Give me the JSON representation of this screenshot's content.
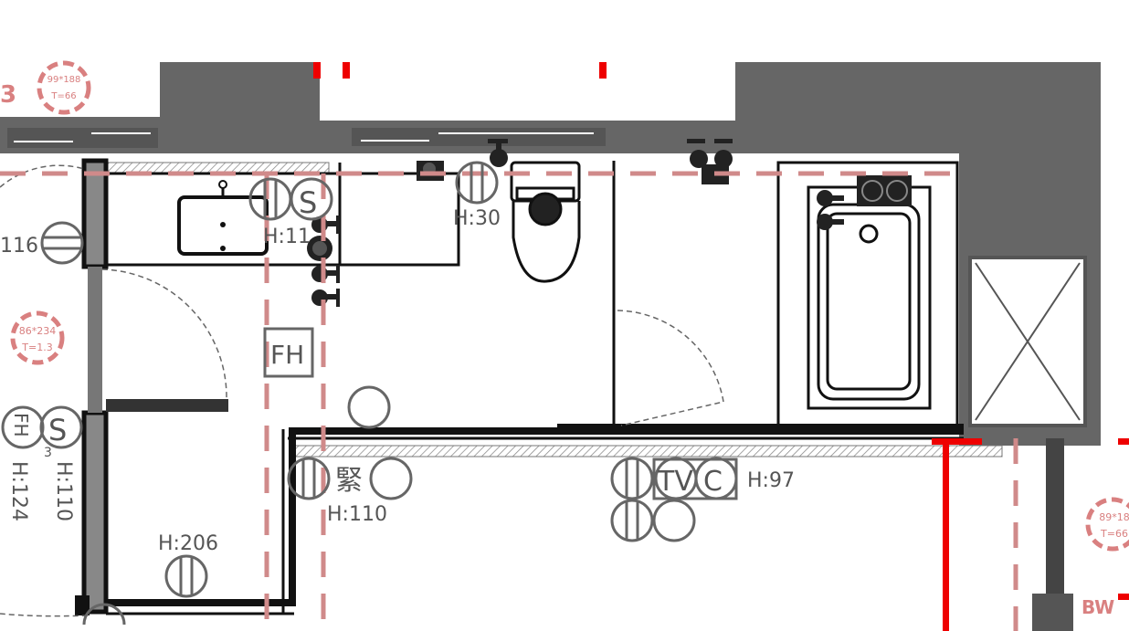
{
  "colors": {
    "wall_fill": "#666666",
    "wall_dark": "#555555",
    "line": "#111111",
    "guide_dashed": "#d08a8a",
    "marker_red": "#ee0000",
    "symbol_gray": "#666666",
    "tag_red": "#d98080"
  },
  "labels": {
    "h116": "116",
    "h11": "H:11",
    "h30": "H:30",
    "fh": "FH",
    "h97": "H:97",
    "h110_bottom": "H:110",
    "h206": "H:206",
    "h124": "H:124",
    "h110_vertical": "H:110",
    "tv": "TV",
    "c": "C",
    "s": "S",
    "jin": "緊",
    "fh_small": "FH",
    "num3": "3"
  },
  "tags": {
    "tag1_line1": "86*234",
    "tag1_line2": "T=1.3",
    "tag2_line1": "89*18",
    "tag2_line2": "T=66",
    "tag_top_line1": "99*188",
    "tag_top_line2": "T=66",
    "bw_text": "BW"
  },
  "icons": [
    "sink-icon",
    "toilet-icon",
    "bathtub-icon",
    "shower-cross-icon",
    "faucet-icon",
    "outlet-icon"
  ]
}
